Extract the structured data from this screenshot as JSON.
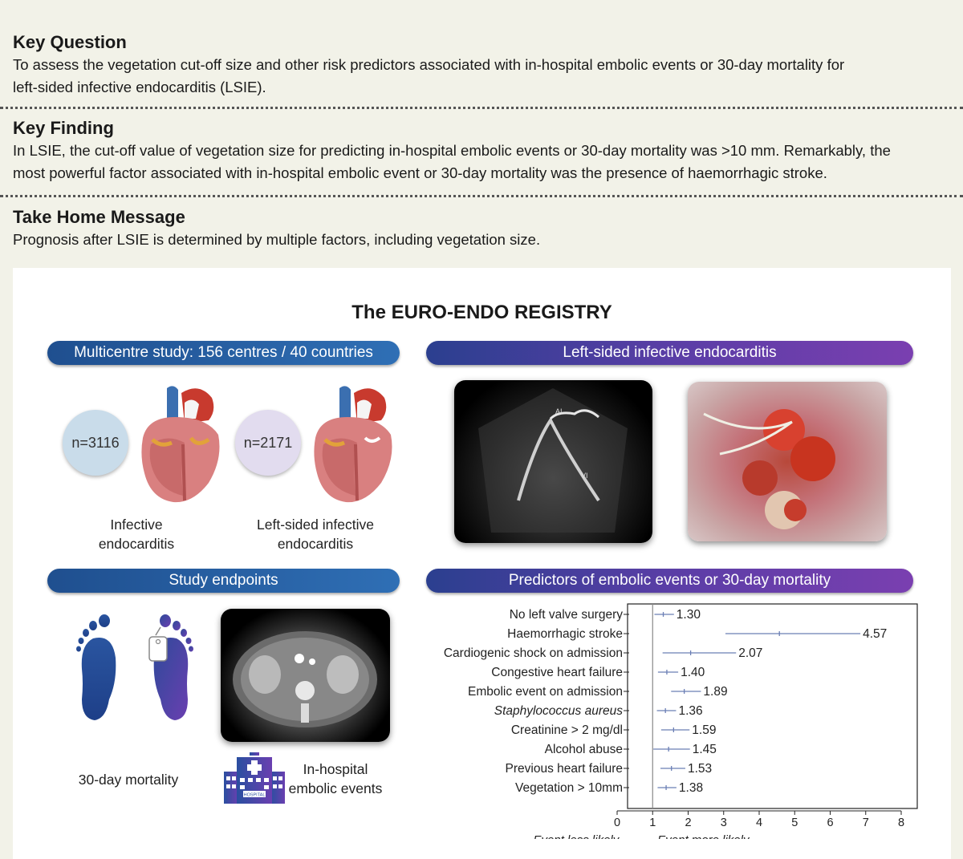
{
  "key_question": {
    "heading": "Key Question",
    "line1": "To assess the vegetation cut-off size and other risk predictors associated with in-hospital embolic events or 30-day mortality for",
    "line2": "left-sided infective endocarditis (LSIE)."
  },
  "key_finding": {
    "heading": "Key Finding",
    "line1": "In LSIE, the cut-off value of vegetation size for predicting in-hospital embolic events or 30-day mortality was >10 mm. Remarkably, the",
    "line2": "most powerful factor associated with in-hospital embolic event or 30-day mortality was the presence of haemorrhagic stroke."
  },
  "take_home": {
    "heading": "Take Home Message",
    "line1": "Prognosis after LSIE is determined by multiple factors, including vegetation size."
  },
  "abstract": {
    "title": "The EURO-ENDO REGISTRY",
    "pill_multicentre": "Multicentre study: 156 centres / 40 countries",
    "pill_left_sided": "Left-sided infective endocarditis",
    "pill_endpoints": "Study endpoints",
    "pill_predictors": "Predictors of embolic events or 30-day mortality",
    "n_all": "n=3116",
    "n_left": "n=2171",
    "caption_all_1": "Infective",
    "caption_all_2": "endocarditis",
    "caption_left_1": "Left-sided infective",
    "caption_left_2": "endocarditis",
    "echo_label_ai": "AI",
    "echo_label_vi": "VI",
    "mortality_label": "30-day mortality",
    "embolic_label_1": "In-hospital",
    "embolic_label_2": "embolic events",
    "hospital_sign": "HOSPITAL"
  },
  "colors": {
    "pill_blue": "#1f4f8f",
    "pill_purple": "#5a3ea6",
    "circle_blue": "#c9dcea",
    "circle_purple": "#e2dcef",
    "forest_line": "#6b7fb5"
  },
  "chart_data": {
    "type": "forest",
    "title": "",
    "xlim": [
      0,
      8
    ],
    "xticks": [
      0,
      1,
      2,
      3,
      4,
      5,
      6,
      7,
      8
    ],
    "reference_line": 1,
    "left_direction_label": "Event less likely",
    "right_direction_label": "Event more likely",
    "rows": [
      {
        "label": "No left valve surgery",
        "italic": false,
        "or": 1.3,
        "or_label": "1.30",
        "ci": [
          1.05,
          1.6
        ]
      },
      {
        "label": "Haemorrhagic stroke",
        "italic": false,
        "or": 4.57,
        "or_label": "4.57",
        "ci": [
          3.05,
          6.85
        ]
      },
      {
        "label": "Cardiogenic shock on admission",
        "italic": false,
        "or": 2.07,
        "or_label": "2.07",
        "ci": [
          1.28,
          3.35
        ]
      },
      {
        "label": "Congestive heart failure",
        "italic": false,
        "or": 1.4,
        "or_label": "1.40",
        "ci": [
          1.15,
          1.72
        ]
      },
      {
        "label": "Embolic event on admission",
        "italic": false,
        "or": 1.89,
        "or_label": "1.89",
        "ci": [
          1.52,
          2.36
        ]
      },
      {
        "label": "Staphylococcus aureus",
        "italic": true,
        "or": 1.36,
        "or_label": "1.36",
        "ci": [
          1.12,
          1.66
        ]
      },
      {
        "label": "Creatinine > 2 mg/dl",
        "italic": false,
        "or": 1.59,
        "or_label": "1.59",
        "ci": [
          1.24,
          2.04
        ]
      },
      {
        "label": "Alcohol abuse",
        "italic": false,
        "or": 1.45,
        "or_label": "1.45",
        "ci": [
          1.02,
          2.05
        ]
      },
      {
        "label": "Previous heart failure",
        "italic": false,
        "or": 1.53,
        "or_label": "1.53",
        "ci": [
          1.22,
          1.92
        ]
      },
      {
        "label": "Vegetation > 10mm",
        "italic": false,
        "or": 1.38,
        "or_label": "1.38",
        "ci": [
          1.14,
          1.67
        ]
      }
    ]
  }
}
